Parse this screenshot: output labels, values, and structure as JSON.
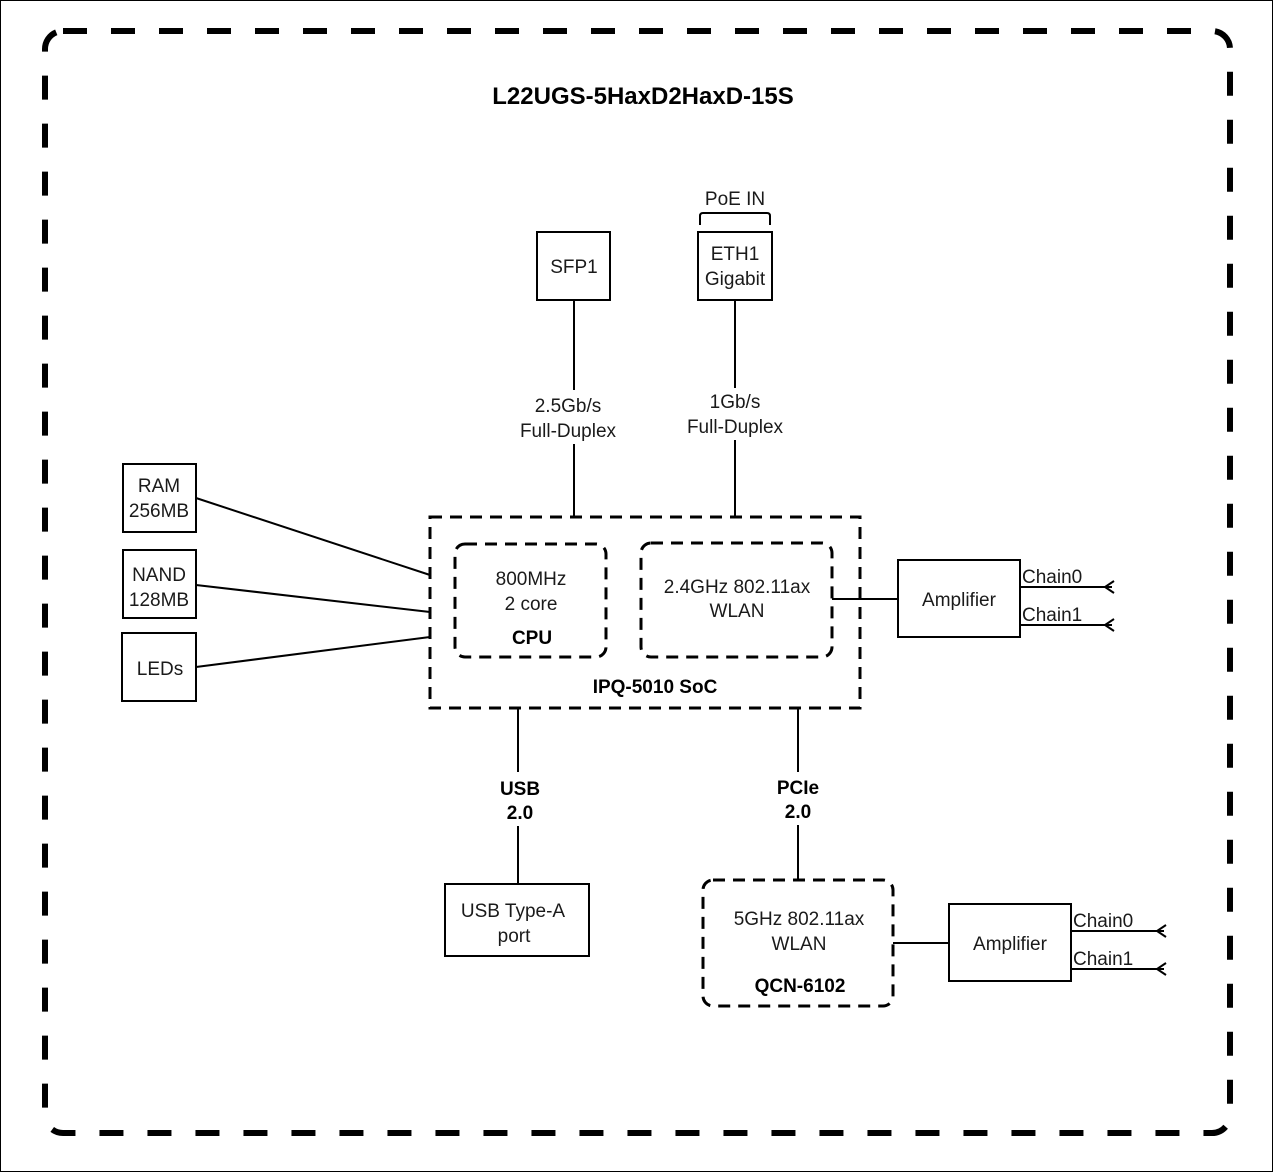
{
  "title": "L22UGS-5HaxD2HaxD-15S",
  "ports": {
    "sfp1": {
      "label": "SFP1",
      "link": [
        "2.5Gb/s",
        "Full-Duplex"
      ]
    },
    "eth1": {
      "label": [
        "ETH1",
        "Gigabit"
      ],
      "poe": "PoE IN",
      "link": [
        "1Gb/s",
        "Full-Duplex"
      ]
    }
  },
  "memory": {
    "ram": [
      "RAM",
      "256MB"
    ],
    "nand": [
      "NAND",
      "128MB"
    ],
    "leds": "LEDs"
  },
  "soc": {
    "name": "IPQ-5010 SoC",
    "cpu": {
      "lines": [
        "800MHz",
        "2 core"
      ],
      "name": "CPU"
    },
    "wlan24": {
      "lines": [
        "2.4GHz 802.11ax",
        "WLAN"
      ]
    }
  },
  "amplifier_top": {
    "label": "Amplifier",
    "chains": [
      "Chain0",
      "Chain1"
    ]
  },
  "usb": {
    "bus": [
      "USB",
      "2.0"
    ],
    "port": [
      "USB Type-A",
      "port"
    ]
  },
  "pcie": {
    "bus": [
      "PCIe",
      "2.0"
    ]
  },
  "wlan5": {
    "lines": [
      "5GHz 802.11ax",
      "WLAN"
    ],
    "name": "QCN-6102"
  },
  "amplifier_bottom": {
    "label": "Amplifier",
    "chains": [
      "Chain0",
      "Chain1"
    ]
  }
}
